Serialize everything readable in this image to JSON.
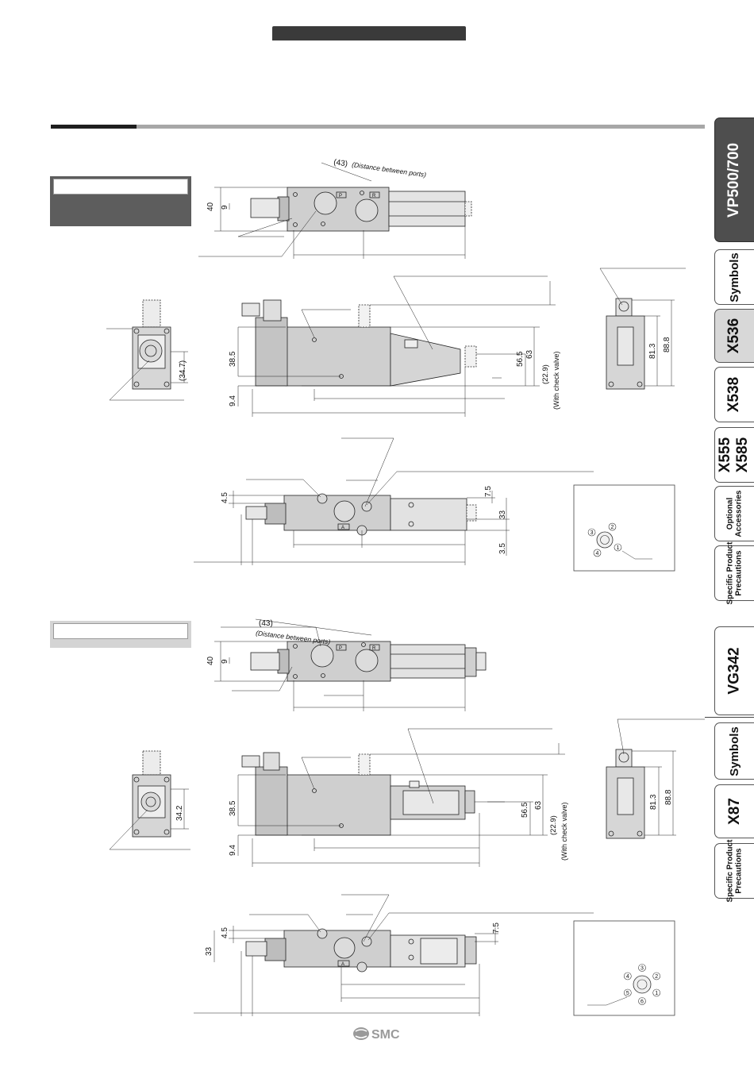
{
  "page": {
    "brand": "SMC"
  },
  "tabs": [
    {
      "id": "vp500-700",
      "label": "VP500/700",
      "style": "active big"
    },
    {
      "id": "symbols-1",
      "label": "Symbols",
      "style": "med"
    },
    {
      "id": "x536",
      "label": "X536",
      "style": "big shaded"
    },
    {
      "id": "x538",
      "label": "X538",
      "style": "big"
    },
    {
      "id": "x555-x585",
      "label": "X555\nX585",
      "style": "big"
    },
    {
      "id": "optional-accessories",
      "label": "Optional\nAccessories",
      "style": "small"
    },
    {
      "id": "specific-product-precautions-1",
      "label": "Specific Product\nPrecautions",
      "style": "small"
    },
    {
      "id": "vg342",
      "label": "VG342",
      "style": "big"
    },
    {
      "id": "symbols-2",
      "label": "Symbols",
      "style": "med"
    },
    {
      "id": "x87",
      "label": "X87",
      "style": "big"
    },
    {
      "id": "specific-product-precautions-2",
      "label": "Specific Product\nPrecautions",
      "style": "small"
    }
  ],
  "drawing1": {
    "top_view": {
      "port_distance": "(43)",
      "port_distance_note": "(Distance between ports)",
      "dim_height": "40",
      "dim_offset": "9",
      "port_label_a": "P",
      "port_label_b": "R"
    },
    "end_view": {
      "dim_width": "(34.7)"
    },
    "side_view": {
      "dim_a": "38.5",
      "dim_b": "9.4",
      "dim_c": "56.5",
      "dim_d": "63",
      "dim_e": "(22.9)",
      "dim_e_note": "(With check valve)"
    },
    "right_view": {
      "dim_a": "81.3",
      "dim_b": "88.8"
    },
    "bottom_view": {
      "dim_a": "4.5",
      "dim_b": "7.5",
      "dim_c": "33",
      "dim_d": "3.5",
      "port_label": "A"
    },
    "connector": {
      "pins": [
        "1",
        "2",
        "3",
        "4"
      ]
    }
  },
  "drawing2": {
    "top_view": {
      "port_distance": "(43)",
      "port_distance_note": "(Distance between ports)",
      "dim_height": "40",
      "dim_offset": "9",
      "port_label_a": "P",
      "port_label_b": "R"
    },
    "end_view": {
      "dim_width": "34.2"
    },
    "side_view": {
      "dim_a": "38.5",
      "dim_b": "9.4",
      "dim_c": "56.5",
      "dim_d": "63",
      "dim_e": "(22.9)",
      "dim_e_note": "(With check valve)"
    },
    "right_view": {
      "dim_a": "81.3",
      "dim_b": "88.8"
    },
    "bottom_view": {
      "dim_a": "4.5",
      "dim_b": "7.5",
      "dim_c": "33",
      "port_label": "A"
    },
    "connector": {
      "pins": [
        "1",
        "2",
        "3",
        "4",
        "5",
        "6"
      ]
    }
  }
}
